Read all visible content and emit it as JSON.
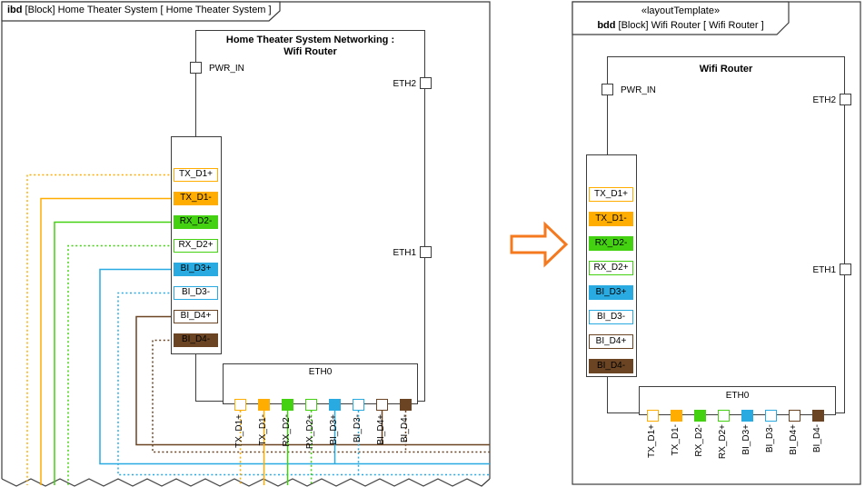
{
  "colors": {
    "orange": "#FFAD00",
    "green": "#43D111",
    "blue": "#29ABE2",
    "brown": "#6B4423",
    "arrow": "#F4791F",
    "line": "#3C3C3C"
  },
  "left": {
    "tab_keyword": "ibd",
    "tab_text": " [Block] Home Theater System [ Home Theater System ]",
    "part_title_line1": "Home Theater System Networking :",
    "part_title_line2": "Wifi Router"
  },
  "right": {
    "tab_stereotype": "«layoutTemplate»",
    "tab_keyword": "bdd",
    "tab_text": " [Block] Wifi Router [ Wifi Router ]",
    "block_title": "Wifi Router"
  },
  "ports": {
    "pwr_in": "PWR_IN",
    "eth2": "ETH2",
    "eth1": "ETH1",
    "eth0": "ETH0"
  },
  "pins": [
    {
      "label": "TX_D1+",
      "color": "orange",
      "style": "outline",
      "line": "dotted"
    },
    {
      "label": "TX_D1-",
      "color": "orange",
      "style": "filled",
      "line": "solid"
    },
    {
      "label": "RX_D2-",
      "color": "green",
      "style": "filled",
      "line": "solid"
    },
    {
      "label": "RX_D2+",
      "color": "green",
      "style": "outline",
      "line": "dotted"
    },
    {
      "label": "BI_D3+",
      "color": "blue",
      "style": "filled",
      "line": "solid"
    },
    {
      "label": "BI_D3-",
      "color": "blue",
      "style": "outline",
      "line": "dotted"
    },
    {
      "label": "BI_D4+",
      "color": "brown",
      "style": "outline",
      "line": "solid"
    },
    {
      "label": "BI_D4-",
      "color": "brown",
      "style": "filled",
      "line": "dotted"
    }
  ]
}
